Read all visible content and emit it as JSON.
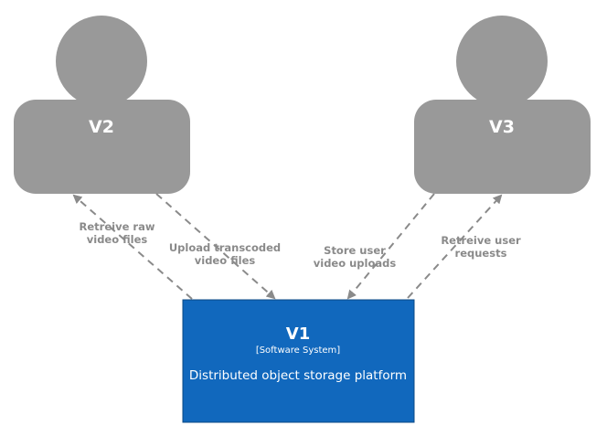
{
  "persons": [
    {
      "id": "v2",
      "name": "V2"
    },
    {
      "id": "v3",
      "name": "V3"
    }
  ],
  "system": {
    "name": "V1",
    "type": "[Software System]",
    "description": "Distributed object storage platform"
  },
  "relationships": [
    {
      "id": "retrieve-raw",
      "lines": [
        "Retreive raw",
        "video files"
      ]
    },
    {
      "id": "upload-transcoded",
      "lines": [
        "Upload transcoded",
        "video files"
      ]
    },
    {
      "id": "store-uploads",
      "lines": [
        "Store user",
        "video uploads"
      ]
    },
    {
      "id": "retrieve-requests",
      "lines": [
        "Retreive user",
        "requests"
      ]
    }
  ],
  "colors": {
    "person": "#999999",
    "system": "#1168bd",
    "system_border": "#0b4884",
    "edge": "#8a8a8a"
  }
}
